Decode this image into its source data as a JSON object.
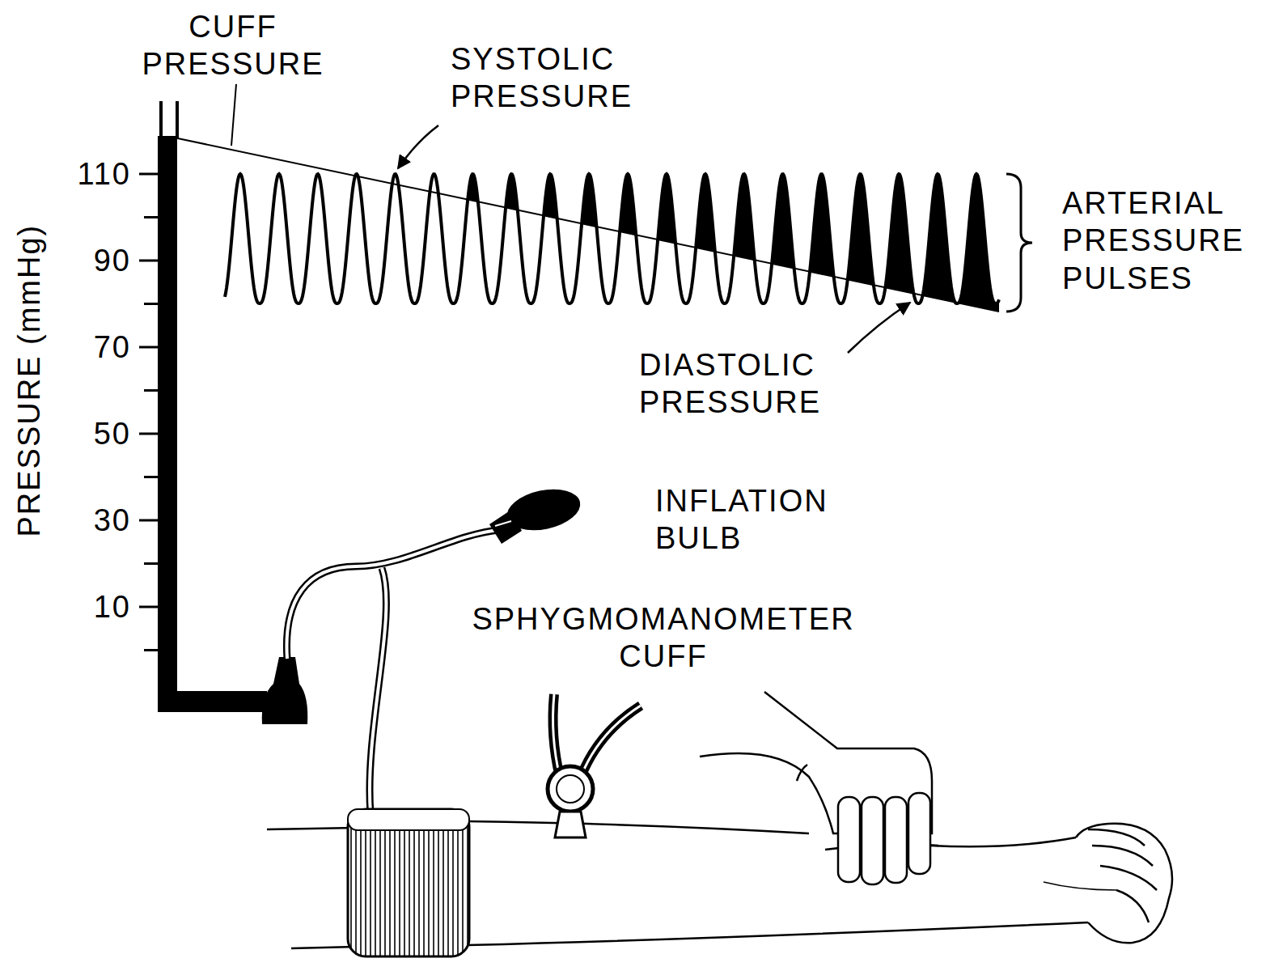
{
  "diagram": {
    "labels": [
      "CUFF PRESSURE",
      "SYSTOLIC PRESSURE",
      "ARTERIAL PRESSURE PULSES",
      "DIASTOLIC PRESSURE",
      "PRESSURE (mmHg)",
      "110",
      "90",
      "70",
      "50",
      "30",
      "10",
      "INFLATION BULB",
      "SPHYGMOMANOMETER CUFF"
    ]
  }
}
